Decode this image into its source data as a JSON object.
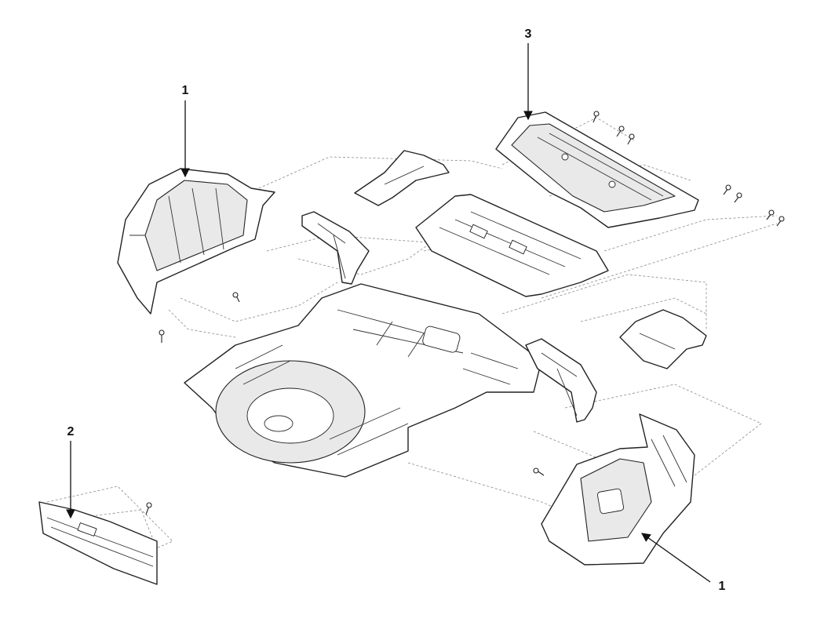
{
  "callouts": [
    {
      "id": "rear-wheel-house-left",
      "label": "1"
    },
    {
      "id": "rear-skirt-panel",
      "label": "2"
    },
    {
      "id": "rear-package-tray",
      "label": "3"
    },
    {
      "id": "rear-wheel-house-right",
      "label": "1"
    }
  ],
  "colors": {
    "line": "#222222",
    "guide": "#8a8a8a",
    "shade": "#e9e9e9",
    "background": "#ffffff"
  }
}
